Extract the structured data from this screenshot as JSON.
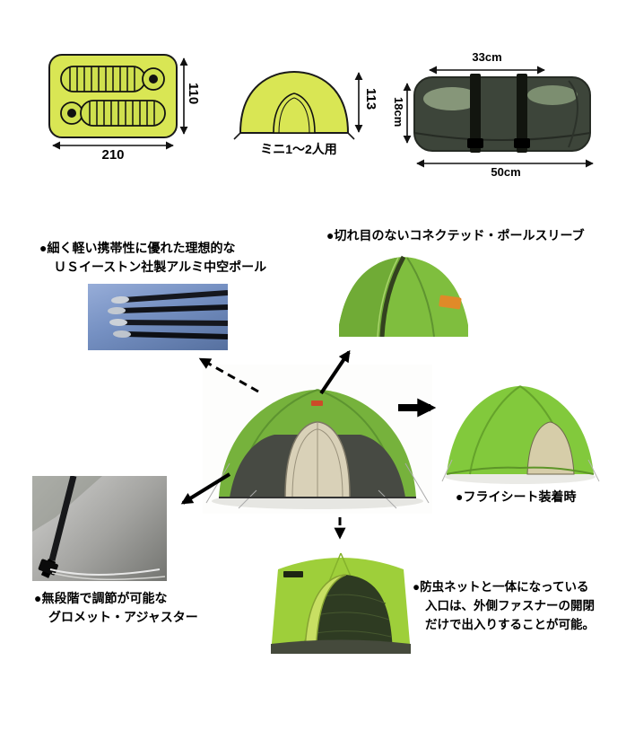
{
  "diagrams": {
    "floorplan": {
      "width": "210",
      "depth": "110"
    },
    "front": {
      "height": "113",
      "caption": "ミニ1～2人用"
    },
    "packed": {
      "top": "33cm",
      "side": "18cm",
      "bottom": "50cm"
    }
  },
  "callouts": {
    "poles": {
      "line1": "●細く軽い携帯性に優れた理想的な",
      "line2": "ＵＳイーストン社製アルミ中空ポール"
    },
    "sleeve": {
      "line1": "●切れ目のないコネクテッド・ポールスリーブ"
    },
    "flysheet": {
      "line1": "●フライシート装着時"
    },
    "grommet": {
      "line1": "●無段階で調節が可能な",
      "line2": "グロメット・アジャスター"
    },
    "entrance": {
      "line1": "●防虫ネットと一体になっている",
      "line2": "入口は、外側ファスナーの開閉",
      "line3": "だけで出入りすることが可能。"
    }
  },
  "colors": {
    "diagram_fill": "#d9e654",
    "tent_green": "#76b23c",
    "fly_green": "#82c93c",
    "door_beige": "#d9d1b8",
    "bag_dark": "#3d453a",
    "poles_bg": "#7590c2"
  }
}
